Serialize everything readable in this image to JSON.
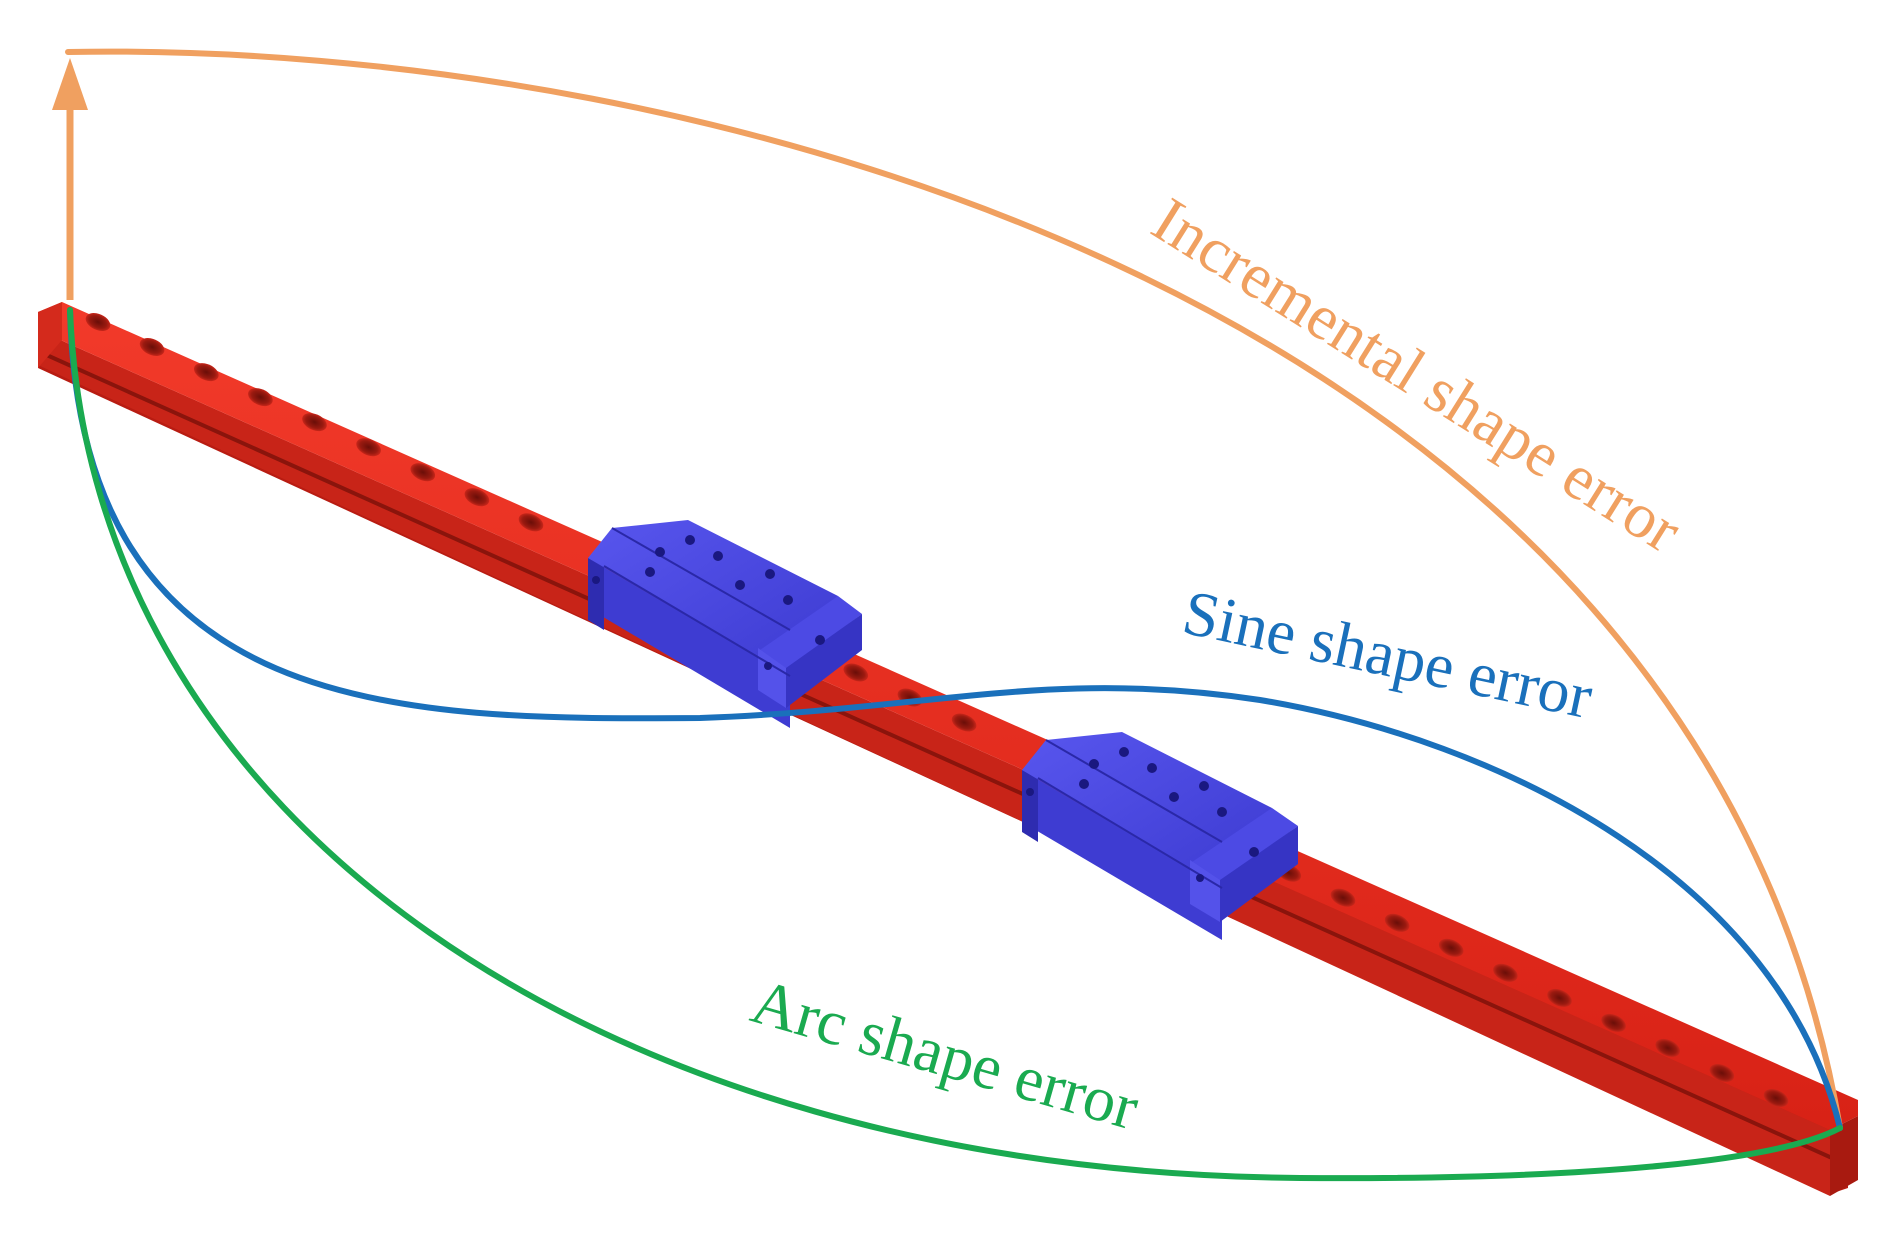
{
  "labels": {
    "incremental": "Incremental shape error",
    "sine": "Sine shape error",
    "arc": "Arc shape error"
  },
  "colors": {
    "incremental": "#F0A060",
    "sine": "#1A70BB",
    "arc": "#1AAA50",
    "rail": "#E8281C",
    "rail_dark": "#A01810",
    "carriage": "#4A48E0",
    "carriage_dark": "#2A28A8",
    "background": "#FFFFFF"
  },
  "components": {
    "rail": "linear-guide-rail",
    "carriages": [
      "carriage-block-1",
      "carriage-block-2"
    ]
  }
}
